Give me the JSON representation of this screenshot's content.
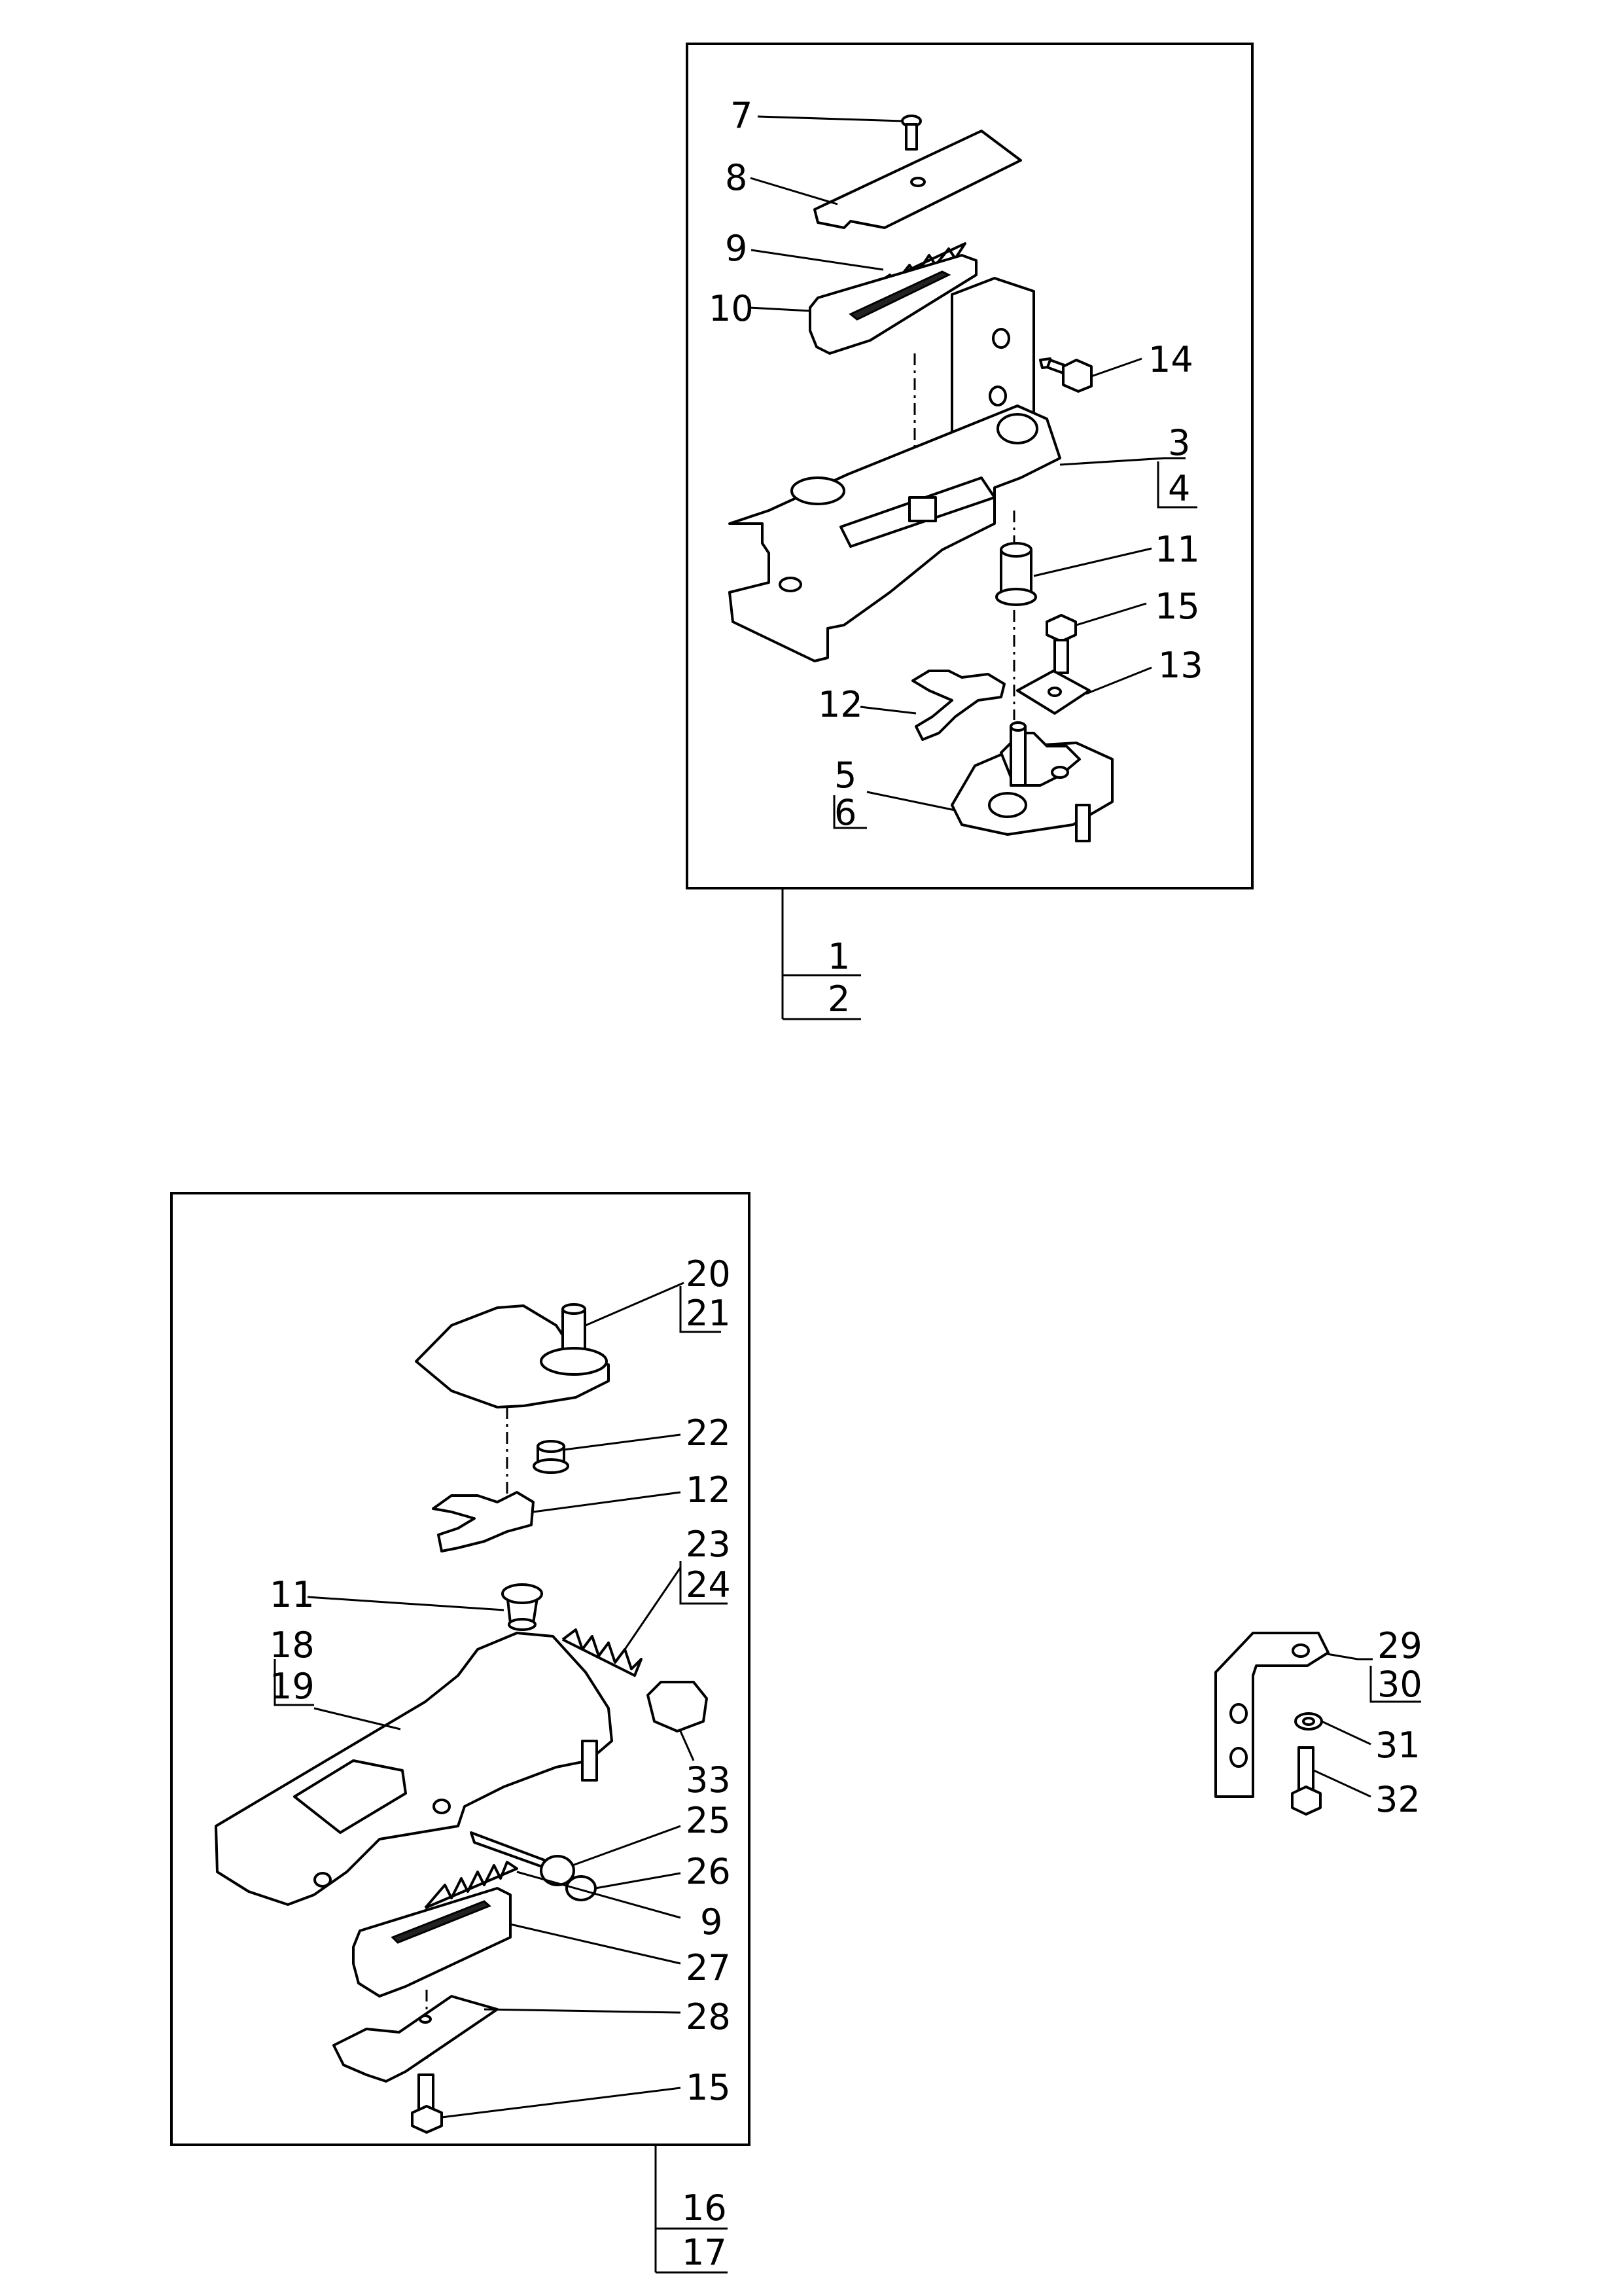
{
  "assemblies": [
    {
      "id": "upper",
      "part_labels": [
        "7",
        "8",
        "9",
        "10",
        "14",
        "3",
        "4",
        "11",
        "15",
        "13",
        "12",
        "5",
        "6"
      ],
      "assembly_labels": [
        "1",
        "2"
      ]
    },
    {
      "id": "lower",
      "part_labels": [
        "20",
        "21",
        "22",
        "12",
        "23",
        "24",
        "11",
        "18",
        "19",
        "33",
        "25",
        "26",
        "9",
        "27",
        "28",
        "15"
      ],
      "assembly_labels": [
        "16",
        "17"
      ]
    },
    {
      "id": "bracket",
      "part_labels": [
        "29",
        "30",
        "31",
        "32"
      ]
    }
  ]
}
